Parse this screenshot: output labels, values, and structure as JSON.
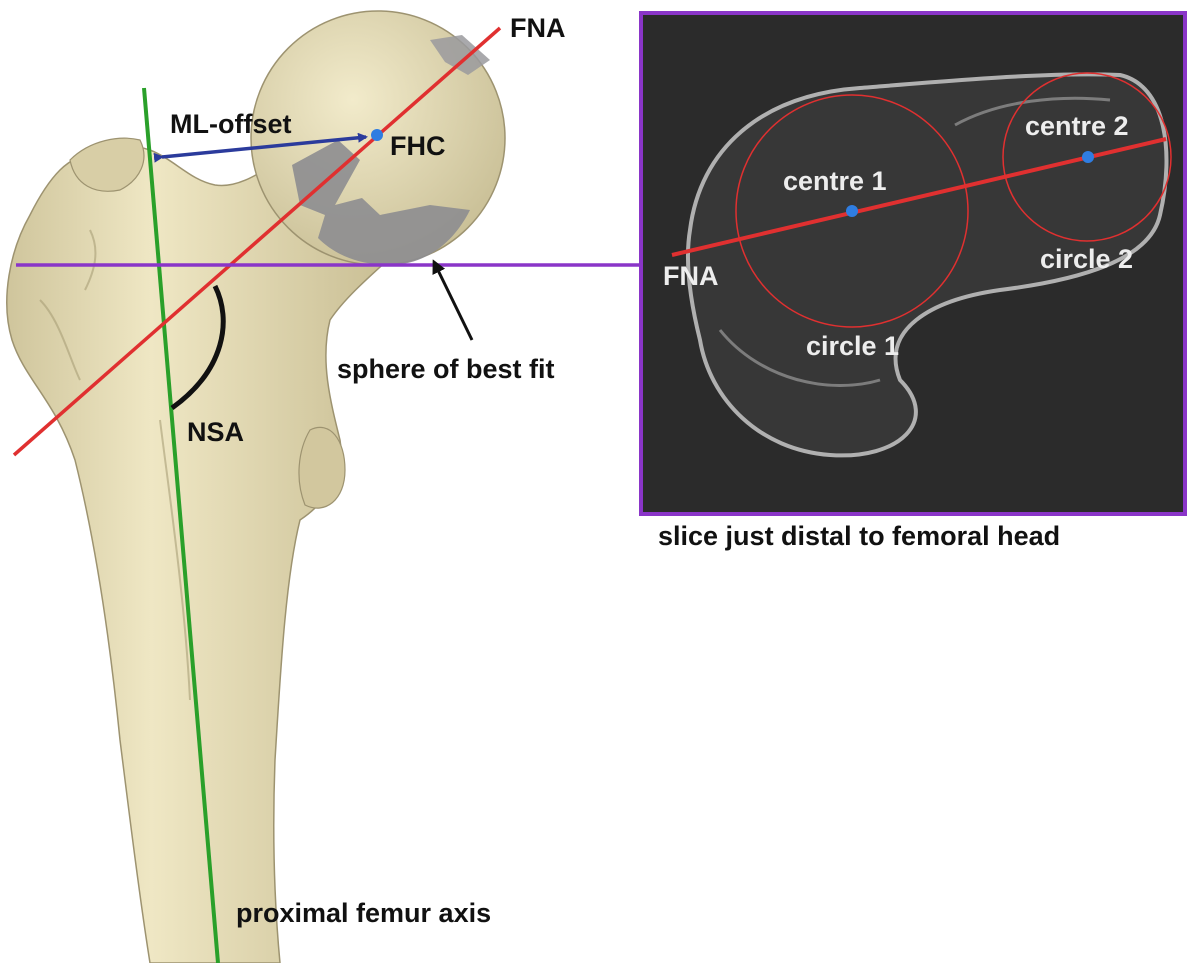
{
  "labels": {
    "fna_main": "FNA",
    "ml_offset": "ML-offset",
    "fhc": "FHC",
    "sphere_fit": "sphere of best fit",
    "nsa": "NSA",
    "prox_axis": "proximal femur axis",
    "inset_fna": "FNA",
    "centre1": "centre 1",
    "centre2": "centre 2",
    "circle1": "circle 1",
    "circle2": "circle 2",
    "inset_caption": "slice just distal to femoral head"
  },
  "colors": {
    "bone": "#e6dcb4",
    "bone_shadow": "#b8ad84",
    "cartilage_grey": "#8d8d90",
    "fna_line": "#e03030",
    "axis_line": "#2aa02a",
    "offset_arrow": "#2b3b9c",
    "slice_line": "#8a35c8",
    "point_blue": "#2f7de1",
    "inset_bg": "#2b2b2b"
  }
}
